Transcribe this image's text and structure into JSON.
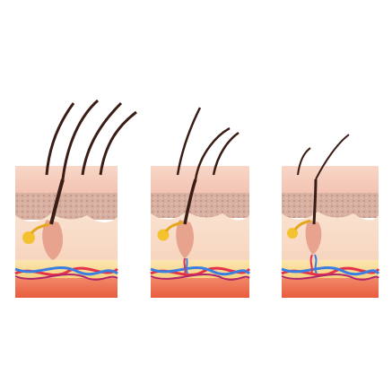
{
  "diagram": {
    "panels": [
      {
        "stage": "dense",
        "hair_count": 4
      },
      {
        "stage": "thinning",
        "hair_count": 3
      },
      {
        "stage": "sparse",
        "hair_count": 2
      }
    ]
  },
  "colors": {
    "background": "#ffffff",
    "epidermis_top": "#f7d1bf",
    "epidermis_pink": "#f2b6a3",
    "dermis_textured": "#d9b3a6",
    "dermis_light": "#f9e1cf",
    "fat_layer": "#f9dc9c",
    "muscle_layer": "#ef6f4f",
    "hair": "#3a1e16",
    "follicle": "#e8a38f",
    "sebaceous_gland": "#f4c12f",
    "artery": "#e63249",
    "vein": "#3b7de0",
    "nerve": "#b2276b"
  }
}
